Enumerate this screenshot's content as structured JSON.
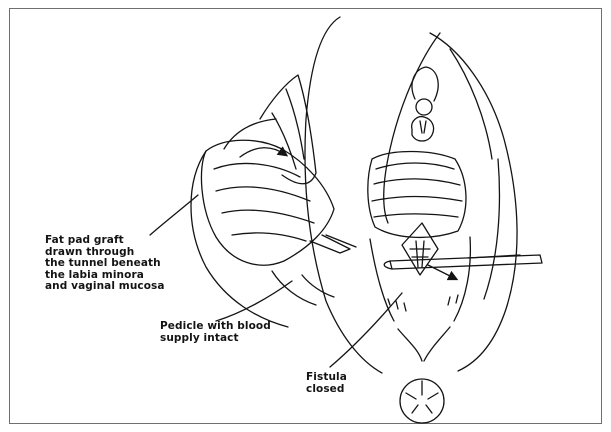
{
  "figure": {
    "labels": {
      "fat_pad_graft": "Fat pad graft\ndrawn through\nthe tunnel beneath\nthe labia minora\nand vaginal mucosa",
      "pedicle": "Pedicle with blood\nsupply intact",
      "fistula": "Fistula\nclosed"
    }
  },
  "colors": {
    "ink": "#141414",
    "frame": "#6f6f6f",
    "background": "#ffffff"
  }
}
